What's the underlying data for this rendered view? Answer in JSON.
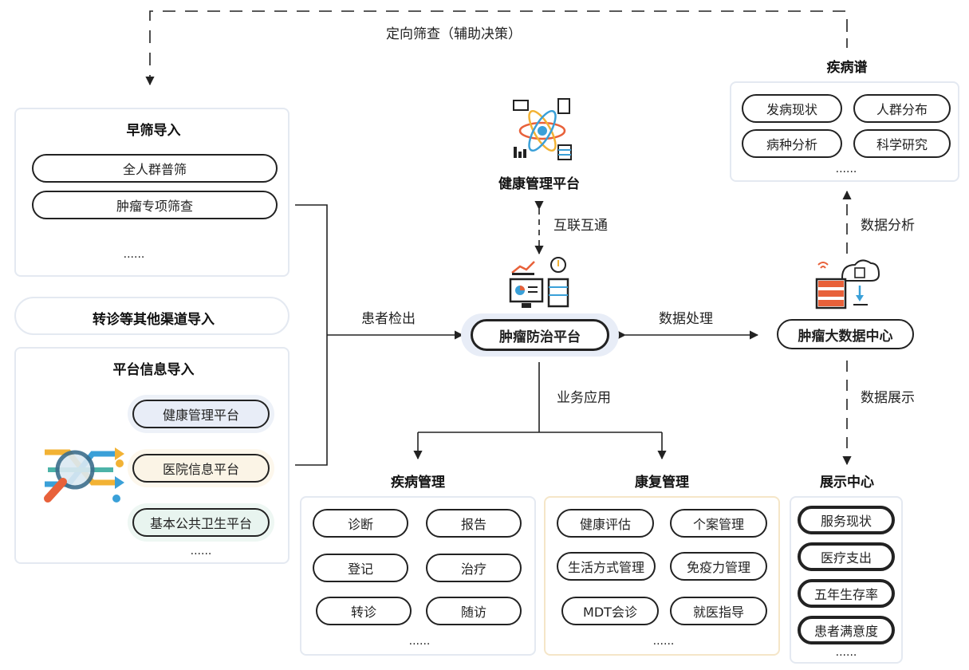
{
  "top_loop_label": "定向筛查（辅助决策）",
  "disease_spectrum": {
    "title": "疾病谱",
    "items": [
      "发病现状",
      "人群分布",
      "病种分析",
      "科学研究"
    ],
    "more": "......"
  },
  "early_screening": {
    "title": "早筛导入",
    "items": [
      "全人群普筛",
      "肿瘤专项筛查"
    ],
    "more": "......"
  },
  "referral": {
    "title": "转诊等其他渠道导入"
  },
  "platform_info": {
    "title": "平台信息导入",
    "items": [
      "健康管理平台",
      "医院信息平台",
      "基本公共卫生平台"
    ],
    "item_colors": [
      "#e8edf7",
      "#fbf4e6",
      "#e8f4ef"
    ],
    "more": "......"
  },
  "health_platform": {
    "title": "健康管理平台"
  },
  "interconnect_label": "互联互通",
  "patient_detect_label": "患者检出",
  "tumor_platform": {
    "title": "肿瘤防治平台"
  },
  "data_process_label": "数据处理",
  "big_data_center": {
    "title": "肿瘤大数据中心"
  },
  "data_analysis_label": "数据分析",
  "data_display_label": "数据展示",
  "business_label": "业务应用",
  "disease_mgmt": {
    "title": "疾病管理",
    "items": [
      "诊断",
      "报告",
      "登记",
      "治疗",
      "转诊",
      "随访"
    ],
    "more": "......"
  },
  "rehab_mgmt": {
    "title": "康复管理",
    "items": [
      "健康评估",
      "个案管理",
      "生活方式管理",
      "免疫力管理",
      "MDT会诊",
      "就医指导"
    ],
    "more": "......"
  },
  "display_center": {
    "title": "展示中心",
    "items": [
      "服务现状",
      "医疗支出",
      "五年生存率",
      "患者满意度"
    ],
    "more": "......"
  },
  "colors": {
    "line": "#222222",
    "panel_border": "#e4e9f1",
    "rehab_border": "#f5e6c8",
    "accent_orange": "#e8613a",
    "accent_blue": "#2f7fc1"
  }
}
